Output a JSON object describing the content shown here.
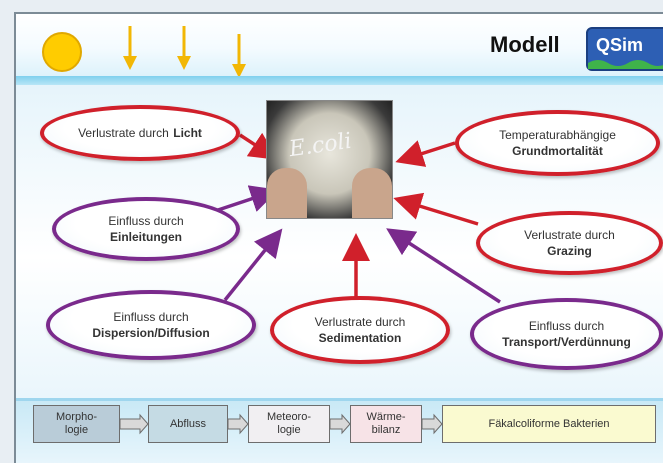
{
  "header": {
    "title": "Modell",
    "logo_text": "QSim",
    "sun_icon": "sun-icon",
    "ray_icon": "arrow-down-icon",
    "ray_color": "#f2b705"
  },
  "center_image": {
    "label": "E.coli"
  },
  "factors": [
    {
      "id": "licht",
      "line1": "Verlustrate durch",
      "line2": "Licht",
      "color": "#d0202b"
    },
    {
      "id": "grundmortalitaet",
      "line1": "Temperaturabhängige",
      "line2": "Grundmortalität",
      "color": "#d0202b"
    },
    {
      "id": "einleitungen",
      "line1": "Einfluss durch",
      "line2": "Einleitungen",
      "color": "#7a2a8c"
    },
    {
      "id": "grazing",
      "line1": "Verlustrate durch",
      "line2": "Grazing",
      "color": "#d0202b"
    },
    {
      "id": "dispersion",
      "line1": "Einfluss durch",
      "line2": "Dispersion/Diffusion",
      "color": "#7a2a8c"
    },
    {
      "id": "sedimentation",
      "line1": "Verlustrate durch",
      "line2": "Sedimentation",
      "color": "#d0202b"
    },
    {
      "id": "transport",
      "line1": "Einfluss durch",
      "line2": "Transport/Verdünnung",
      "color": "#7a2a8c"
    }
  ],
  "pipeline": [
    {
      "label": "Morpho-\nlogie"
    },
    {
      "label": "Abfluss"
    },
    {
      "label": "Meteoro-\nlogie"
    },
    {
      "label": "Wärme-\nbilanz"
    },
    {
      "label": "Fäkalcoliforme Bakterien"
    }
  ]
}
